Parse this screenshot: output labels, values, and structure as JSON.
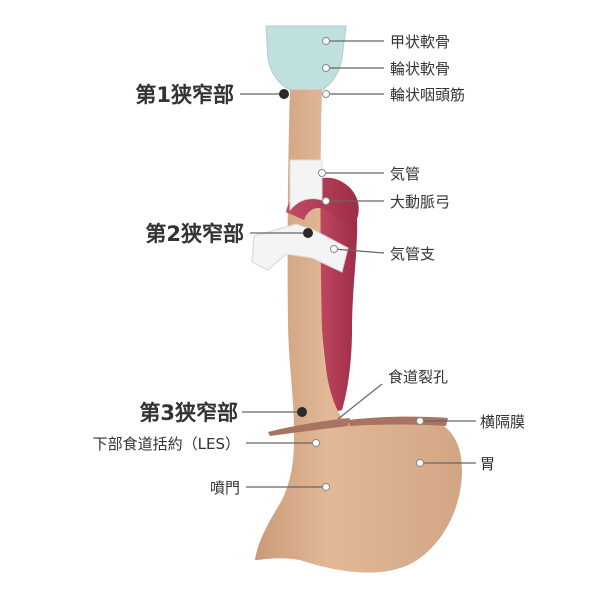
{
  "labels": {
    "thyroid_cartilage": "甲状軟骨",
    "cricoid_cartilage": "輪状軟骨",
    "cricopharyngeus": "輪状咽頭筋",
    "trachea": "気管",
    "aortic_arch": "大動脈弓",
    "bronchus": "気管支",
    "hiatus": "食道裂孔",
    "diaphragm": "横隔膜",
    "stomach": "胃",
    "les": "下部食道括約（LES）",
    "cardia": "噴門"
  },
  "constrictions": {
    "first": "第1狭窄部",
    "second": "第2狭窄部",
    "third": "第3狭窄部"
  },
  "colors": {
    "esophagus": "#dcb08f",
    "aorta": "#b23a55",
    "cartilage": "#bfe0de",
    "trachea": "#f4f4f4",
    "diaphragm": "#a87360",
    "leader": "#666666",
    "marker": "#2a2a2a",
    "text": "#333333"
  }
}
